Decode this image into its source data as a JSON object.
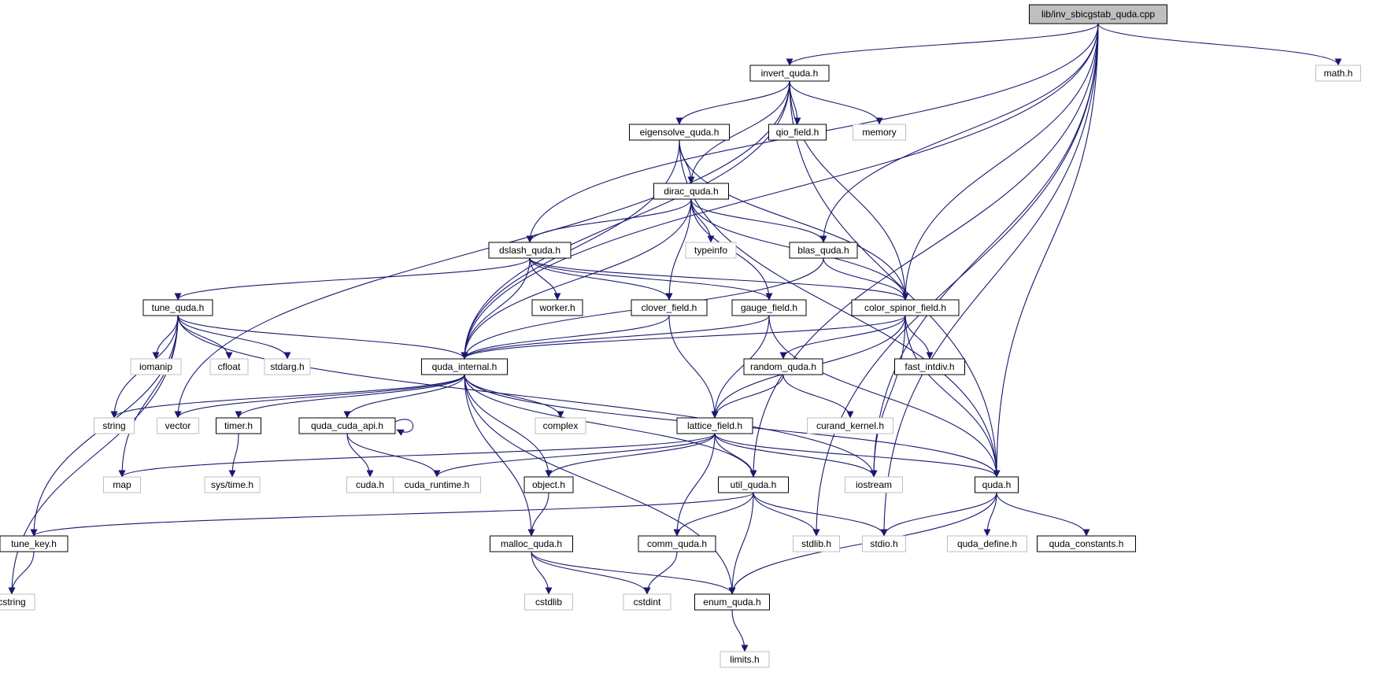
{
  "diagram": {
    "title": "lib/inv_sbicgstab_quda.cpp",
    "colors": {
      "edge": "#191970",
      "root_fill": "#bfbfbf",
      "internal_border": "#000000",
      "external_border": "#bfbfbf",
      "external_text": "#444444"
    },
    "nodes": [
      {
        "id": "root",
        "label": "lib/inv_sbicgstab_quda.cpp",
        "kind": "root"
      },
      {
        "id": "invert",
        "label": "invert_quda.h",
        "kind": "internal"
      },
      {
        "id": "math",
        "label": "math.h",
        "kind": "external"
      },
      {
        "id": "eigensolve",
        "label": "eigensolve_quda.h",
        "kind": "internal"
      },
      {
        "id": "qio",
        "label": "qio_field.h",
        "kind": "internal"
      },
      {
        "id": "memory",
        "label": "memory",
        "kind": "external"
      },
      {
        "id": "dirac",
        "label": "dirac_quda.h",
        "kind": "internal"
      },
      {
        "id": "dslash",
        "label": "dslash_quda.h",
        "kind": "internal"
      },
      {
        "id": "typeinfo",
        "label": "typeinfo",
        "kind": "external"
      },
      {
        "id": "blas",
        "label": "blas_quda.h",
        "kind": "internal"
      },
      {
        "id": "tune",
        "label": "tune_quda.h",
        "kind": "internal"
      },
      {
        "id": "worker",
        "label": "worker.h",
        "kind": "internal"
      },
      {
        "id": "clover",
        "label": "clover_field.h",
        "kind": "internal"
      },
      {
        "id": "gauge",
        "label": "gauge_field.h",
        "kind": "internal"
      },
      {
        "id": "csf",
        "label": "color_spinor_field.h",
        "kind": "internal"
      },
      {
        "id": "iomanip",
        "label": "iomanip",
        "kind": "external"
      },
      {
        "id": "cfloat",
        "label": "cfloat",
        "kind": "external"
      },
      {
        "id": "stdarg",
        "label": "stdarg.h",
        "kind": "external"
      },
      {
        "id": "qinternal",
        "label": "quda_internal.h",
        "kind": "internal"
      },
      {
        "id": "random",
        "label": "random_quda.h",
        "kind": "internal"
      },
      {
        "id": "fastintdiv",
        "label": "fast_intdiv.h",
        "kind": "internal"
      },
      {
        "id": "string",
        "label": "string",
        "kind": "external"
      },
      {
        "id": "vector",
        "label": "vector",
        "kind": "external"
      },
      {
        "id": "timer",
        "label": "timer.h",
        "kind": "internal"
      },
      {
        "id": "cudaapi",
        "label": "quda_cuda_api.h",
        "kind": "internal"
      },
      {
        "id": "complex",
        "label": "complex",
        "kind": "external"
      },
      {
        "id": "lattice",
        "label": "lattice_field.h",
        "kind": "internal"
      },
      {
        "id": "curand",
        "label": "curand_kernel.h",
        "kind": "external"
      },
      {
        "id": "map",
        "label": "map",
        "kind": "external"
      },
      {
        "id": "systime",
        "label": "sys/time.h",
        "kind": "external"
      },
      {
        "id": "cudah",
        "label": "cuda.h",
        "kind": "external"
      },
      {
        "id": "cudart",
        "label": "cuda_runtime.h",
        "kind": "external"
      },
      {
        "id": "object",
        "label": "object.h",
        "kind": "internal"
      },
      {
        "id": "util",
        "label": "util_quda.h",
        "kind": "internal"
      },
      {
        "id": "iostream",
        "label": "iostream",
        "kind": "external"
      },
      {
        "id": "quda",
        "label": "quda.h",
        "kind": "internal"
      },
      {
        "id": "tunekey",
        "label": "tune_key.h",
        "kind": "internal"
      },
      {
        "id": "malloc",
        "label": "malloc_quda.h",
        "kind": "internal"
      },
      {
        "id": "comm",
        "label": "comm_quda.h",
        "kind": "internal"
      },
      {
        "id": "stdlib",
        "label": "stdlib.h",
        "kind": "external"
      },
      {
        "id": "stdio",
        "label": "stdio.h",
        "kind": "external"
      },
      {
        "id": "qdefine",
        "label": "quda_define.h",
        "kind": "external"
      },
      {
        "id": "qconst",
        "label": "quda_constants.h",
        "kind": "internal"
      },
      {
        "id": "cstring",
        "label": "cstring",
        "kind": "external"
      },
      {
        "id": "cstdlib",
        "label": "cstdlib",
        "kind": "external"
      },
      {
        "id": "cstdint",
        "label": "cstdint",
        "kind": "external"
      },
      {
        "id": "enum",
        "label": "enum_quda.h",
        "kind": "internal"
      },
      {
        "id": "limits",
        "label": "limits.h",
        "kind": "external"
      }
    ],
    "edges": [
      [
        "root",
        "invert"
      ],
      [
        "root",
        "math"
      ],
      [
        "root",
        "dslash"
      ],
      [
        "root",
        "qinternal"
      ],
      [
        "root",
        "blas"
      ],
      [
        "root",
        "csf"
      ],
      [
        "root",
        "util"
      ],
      [
        "root",
        "iostream"
      ],
      [
        "root",
        "quda"
      ],
      [
        "root",
        "stdlib"
      ],
      [
        "root",
        "stdio"
      ],
      [
        "invert",
        "eigensolve"
      ],
      [
        "invert",
        "qio"
      ],
      [
        "invert",
        "memory"
      ],
      [
        "invert",
        "dirac"
      ],
      [
        "invert",
        "qinternal"
      ],
      [
        "invert",
        "vector"
      ],
      [
        "invert",
        "csf"
      ],
      [
        "invert",
        "quda"
      ],
      [
        "eigensolve",
        "dirac"
      ],
      [
        "eigensolve",
        "qinternal"
      ],
      [
        "eigensolve",
        "csf"
      ],
      [
        "eigensolve",
        "quda"
      ],
      [
        "dirac",
        "dslash"
      ],
      [
        "dirac",
        "typeinfo"
      ],
      [
        "dirac",
        "blas"
      ],
      [
        "dirac",
        "clover"
      ],
      [
        "dirac",
        "gauge"
      ],
      [
        "dirac",
        "csf"
      ],
      [
        "dirac",
        "qinternal"
      ],
      [
        "dslash",
        "tune"
      ],
      [
        "dslash",
        "worker"
      ],
      [
        "dslash",
        "clover"
      ],
      [
        "dslash",
        "gauge"
      ],
      [
        "dslash",
        "csf"
      ],
      [
        "dslash",
        "qinternal"
      ],
      [
        "blas",
        "csf"
      ],
      [
        "blas",
        "qinternal"
      ],
      [
        "tune",
        "iomanip"
      ],
      [
        "tune",
        "cfloat"
      ],
      [
        "tune",
        "stdarg"
      ],
      [
        "tune",
        "qinternal"
      ],
      [
        "tune",
        "string"
      ],
      [
        "tune",
        "map"
      ],
      [
        "tune",
        "tunekey"
      ],
      [
        "tune",
        "cstring"
      ],
      [
        "tune",
        "iostream"
      ],
      [
        "clover",
        "qinternal"
      ],
      [
        "clover",
        "lattice"
      ],
      [
        "gauge",
        "qinternal"
      ],
      [
        "gauge",
        "lattice"
      ],
      [
        "gauge",
        "quda"
      ],
      [
        "csf",
        "qinternal"
      ],
      [
        "csf",
        "random"
      ],
      [
        "csf",
        "fastintdiv"
      ],
      [
        "csf",
        "lattice"
      ],
      [
        "csf",
        "quda"
      ],
      [
        "csf",
        "iostream"
      ],
      [
        "qinternal",
        "string"
      ],
      [
        "qinternal",
        "vector"
      ],
      [
        "qinternal",
        "timer"
      ],
      [
        "qinternal",
        "cudaapi"
      ],
      [
        "qinternal",
        "complex"
      ],
      [
        "qinternal",
        "object"
      ],
      [
        "qinternal",
        "util"
      ],
      [
        "qinternal",
        "quda"
      ],
      [
        "qinternal",
        "malloc"
      ],
      [
        "qinternal",
        "enum"
      ],
      [
        "random",
        "lattice"
      ],
      [
        "random",
        "curand"
      ],
      [
        "timer",
        "systime"
      ],
      [
        "cudaapi",
        "cudaapi"
      ],
      [
        "cudaapi",
        "cudah"
      ],
      [
        "cudaapi",
        "cudart"
      ],
      [
        "lattice",
        "map"
      ],
      [
        "lattice",
        "cudart"
      ],
      [
        "lattice",
        "object"
      ],
      [
        "lattice",
        "util"
      ],
      [
        "lattice",
        "iostream"
      ],
      [
        "lattice",
        "quda"
      ],
      [
        "lattice",
        "comm"
      ],
      [
        "object",
        "malloc"
      ],
      [
        "util",
        "tunekey"
      ],
      [
        "util",
        "comm"
      ],
      [
        "util",
        "enum"
      ],
      [
        "util",
        "stdlib"
      ],
      [
        "util",
        "stdio"
      ],
      [
        "quda",
        "stdio"
      ],
      [
        "quda",
        "qdefine"
      ],
      [
        "quda",
        "qconst"
      ],
      [
        "quda",
        "enum"
      ],
      [
        "tunekey",
        "cstring"
      ],
      [
        "malloc",
        "cstdlib"
      ],
      [
        "malloc",
        "cstdint"
      ],
      [
        "malloc",
        "enum"
      ],
      [
        "comm",
        "cstdint"
      ],
      [
        "enum",
        "limits"
      ]
    ]
  }
}
